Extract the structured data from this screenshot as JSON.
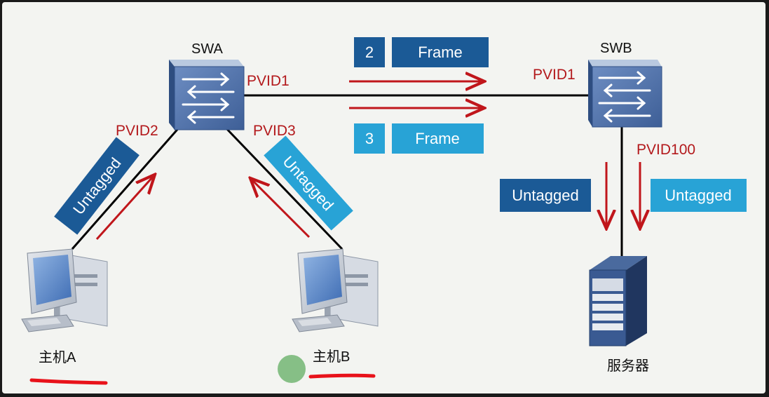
{
  "switches": {
    "swa": {
      "label": "SWA"
    },
    "swb": {
      "label": "SWB"
    }
  },
  "ports": {
    "swa_uplink": "PVID1",
    "swa_port_a": "PVID2",
    "swa_port_b": "PVID3",
    "swb_uplink": "PVID1",
    "swb_downlink": "PVID100"
  },
  "frames": {
    "upper": {
      "tag": "2",
      "label": "Frame"
    },
    "lower": {
      "tag": "3",
      "label": "Frame"
    }
  },
  "untagged": {
    "host_a": "Untagged",
    "host_b": "Untagged",
    "server_left": "Untagged",
    "server_right": "Untagged"
  },
  "hosts": {
    "a": "主机A",
    "b": "主机B",
    "server": "服务器"
  },
  "colors": {
    "arrow_red": "#c0161b",
    "dark_blue": "#1b5a96",
    "light_blue": "#28a3d6",
    "label_red": "#b3191c"
  }
}
